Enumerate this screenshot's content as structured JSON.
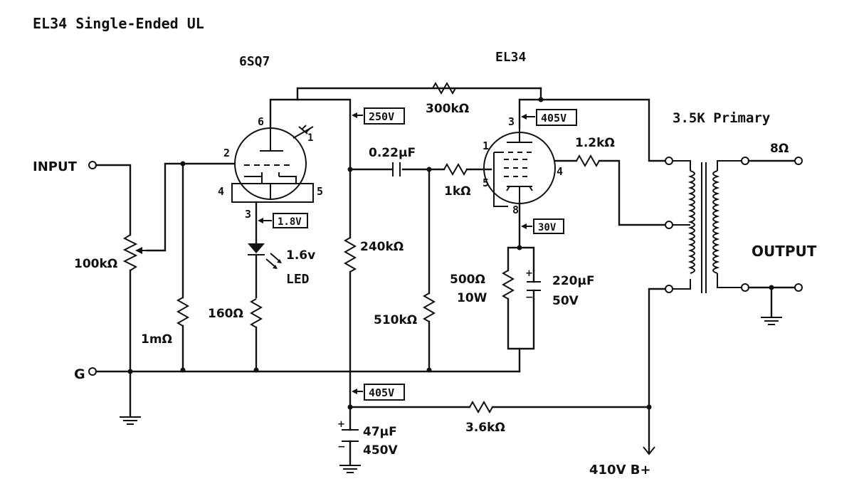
{
  "title": "EL34 Single-Ended UL",
  "tubes": {
    "driver": "6SQ7",
    "output": "EL34"
  },
  "transformer": {
    "primary_label": "3.5K Primary",
    "secondary_label": "8Ω",
    "output_label": "OUTPUT"
  },
  "input": {
    "input_label": "INPUT",
    "ground_label": "G"
  },
  "components": {
    "r_volume": "100kΩ",
    "r_grid_leak": "1mΩ",
    "r_cathode_6sq7": "160Ω",
    "led": "1.6v",
    "led_label": "LED",
    "r_plate_6sq7": "240kΩ",
    "c_coupling": "0.22μF",
    "r_grid_el34": "510kΩ",
    "r_grid_stopper": "1kΩ",
    "r_screen": "1.2kΩ",
    "r_feedback": "300kΩ",
    "r_cathode_el34": "500Ω",
    "r_cathode_el34_power": "10W",
    "c_cathode_el34": "220μF",
    "c_cathode_el34_voltage": "50V",
    "r_dropping": "3.6kΩ",
    "c_filter": "47μF",
    "c_filter_voltage": "450V"
  },
  "voltages": {
    "v_plate_6sq7": "250V",
    "v_cathode_6sq7": "1.8V",
    "v_plate_el34": "405V",
    "v_cathode_el34": "30V",
    "v_supply_node": "405V",
    "b_plus": "410V B+"
  },
  "pins": {
    "p6": "6",
    "p2": "2",
    "p1a": "1",
    "p4a": "4",
    "p5a": "5",
    "p3a": "3",
    "p3b": "3",
    "p1b": "1",
    "p4b": "4",
    "p5b": "5",
    "p8b": "8"
  }
}
